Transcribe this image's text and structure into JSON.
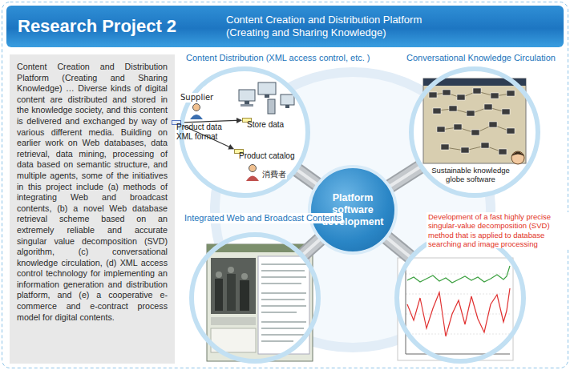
{
  "diagram": {
    "nodes": [
      {
        "text": [
          "Research Project 2",
          "Content Creation and Distribution Platform (Creating and Sharing Knowledge)"
        ]
      },
      {
        "text": [
          "Content Creation and Distribution Platform (Creating and Sharing Knowledge) … Diverse kinds of digital content are distributed and stored in the knowledge society, and this content is delivered and exchanged by way of various different media. Building on earlier work on Web databases, data retrieval, data mining, processing of data based on semantic structure, and multiple agents, some of the initiatives in this project include (a) methods of integrating Web and broadcast contents, (b) a novel Web database retrieval scheme based on an extremely reliable and accurate singular value decomposition (SVD) algorithm, (c) conversational knowledge circulation, (d) XML access control technology for implementing an information generation and distribution platform, and (e) a cooperative e-commerce and e-contract process model for digital contents."
        ]
      },
      {
        "text": [
          "Content Distribution (XML access control, etc. )"
        ]
      },
      {
        "text": [
          "Product data XML format"
        ],
        "in": 2
      },
      {
        "text": [
          "Store data"
        ],
        "in": 2
      },
      {
        "text": [
          "Product catalog"
        ],
        "in": 2
      },
      {
        "text": [
          "Conversational Knowledge Circulation",
          "Sustainable knowledge globe software"
        ]
      },
      {
        "text": [
          "Platform software development"
        ]
      },
      {
        "text": [
          "Integrated Web and Broadcast Contents"
        ]
      },
      {
        "text": [
          "Development of a fast highly precise singular-value decomposition (SVD) method that is applied to database searching and image processing"
        ]
      }
    ],
    "edges": [
      {
        "from": 3,
        "to": 4,
        "arrow": "to"
      },
      {
        "from": 3,
        "to": 5,
        "arrow": "to"
      },
      {
        "from": 7,
        "to": 2,
        "arrow": "none"
      },
      {
        "from": 7,
        "to": 6,
        "arrow": "none"
      },
      {
        "from": 7,
        "to": 8,
        "arrow": "none"
      },
      {
        "from": 7,
        "to": 9,
        "arrow": "none"
      }
    ],
    "labels": [
      "Supplier",
      "消費者"
    ]
  }
}
